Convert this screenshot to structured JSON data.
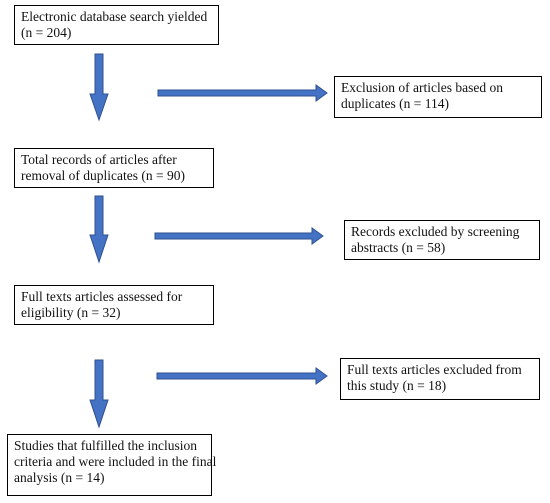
{
  "flow": {
    "boxes": [
      {
        "id": "b1",
        "name": "search-yield-box",
        "lines": [
          "Electronic database search yielded",
          "(n = 204)"
        ]
      },
      {
        "id": "b2",
        "name": "after-duplicates-box",
        "lines": [
          "Total records of articles after",
          "removal of duplicates  (n = 90)"
        ]
      },
      {
        "id": "b3",
        "name": "eligibility-box",
        "lines": [
          "Full texts articles assessed for",
          "eligibility  (n = 32)"
        ]
      },
      {
        "id": "b4",
        "name": "included-studies-box",
        "lines": [
          "Studies that fulfilled the inclusion",
          "criteria and were included in the final",
          "analysis (n = 14)"
        ]
      }
    ],
    "exclusions": [
      {
        "id": "r1",
        "name": "duplicates-excluded-box",
        "lines": [
          "Exclusion of articles based on",
          "duplicates (n = 114)"
        ]
      },
      {
        "id": "r2",
        "name": "abstract-screening-excluded-box",
        "lines": [
          "Records excluded by screening",
          "abstracts  (n = 58)"
        ]
      },
      {
        "id": "r3",
        "name": "full-text-excluded-box",
        "lines": [
          "Full texts articles excluded from",
          "this study (n = 18)"
        ]
      }
    ]
  },
  "colors": {
    "arrow_fill": "#4472c4",
    "arrow_stroke": "#2f528f",
    "box_border": "#000000"
  }
}
